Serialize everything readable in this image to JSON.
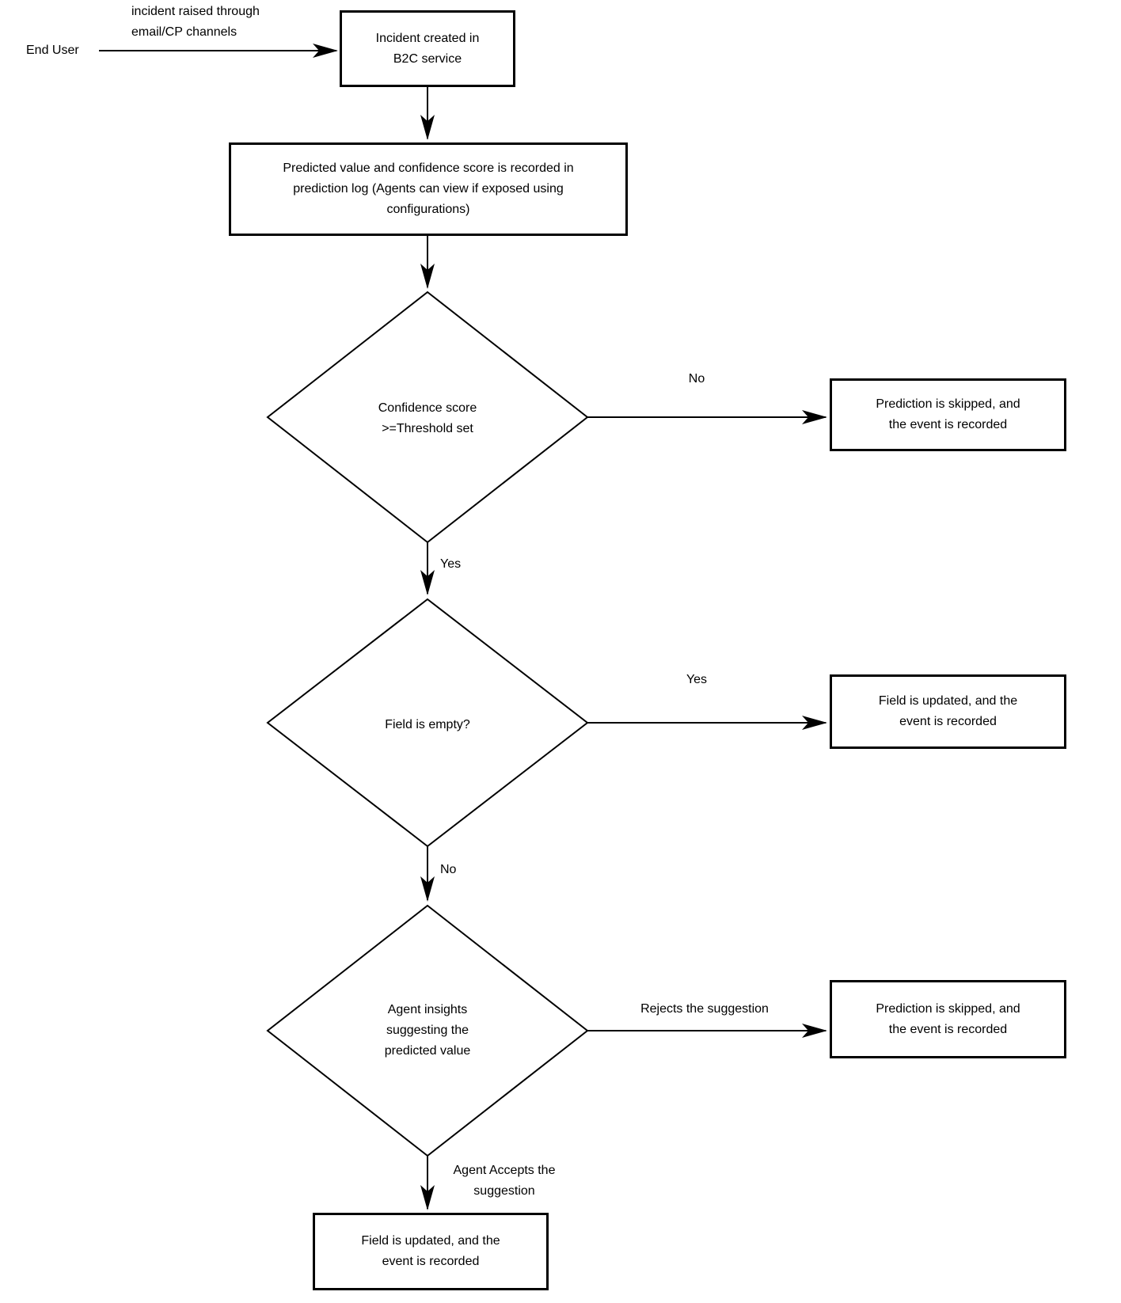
{
  "colors": {
    "stroke": "#000000",
    "shape_fill": "#ffffff",
    "text": "#000000",
    "background": "#ffffff"
  },
  "start": {
    "label": "End User"
  },
  "edges": {
    "raise": {
      "lines": [
        "incident raised through",
        "email/CP channels"
      ]
    },
    "confidence_no": {
      "label": "No"
    },
    "confidence_yes": {
      "label": "Yes"
    },
    "empty_yes": {
      "label": "Yes"
    },
    "empty_no": {
      "label": "No"
    },
    "rejects": {
      "label": "Rejects the suggestion"
    },
    "accepts": {
      "lines": [
        "Agent Accepts the",
        "suggestion"
      ]
    }
  },
  "nodes": {
    "incident_created": {
      "lines": [
        "Incident created in",
        "B2C service"
      ]
    },
    "prediction_log": {
      "lines": [
        "Predicted value and confidence score is recorded in",
        "prediction log (Agents can view if exposed using",
        "configurations)"
      ]
    },
    "confidence_check": {
      "lines": [
        "Confidence score",
        ">=Threshold set"
      ]
    },
    "skip_after_confidence": {
      "lines": [
        "Prediction is skipped, and",
        "the event is recorded"
      ]
    },
    "field_empty_check": {
      "lines": [
        "Field is empty?"
      ]
    },
    "update_after_empty": {
      "lines": [
        "Field is updated, and the",
        "event is recorded"
      ]
    },
    "agent_insights": {
      "lines": [
        "Agent insights",
        "suggesting the",
        "predicted value"
      ]
    },
    "skip_after_reject": {
      "lines": [
        "Prediction is skipped, and",
        "the event is recorded"
      ]
    },
    "update_after_accept": {
      "lines": [
        "Field is updated, and the",
        "event is recorded"
      ]
    }
  }
}
